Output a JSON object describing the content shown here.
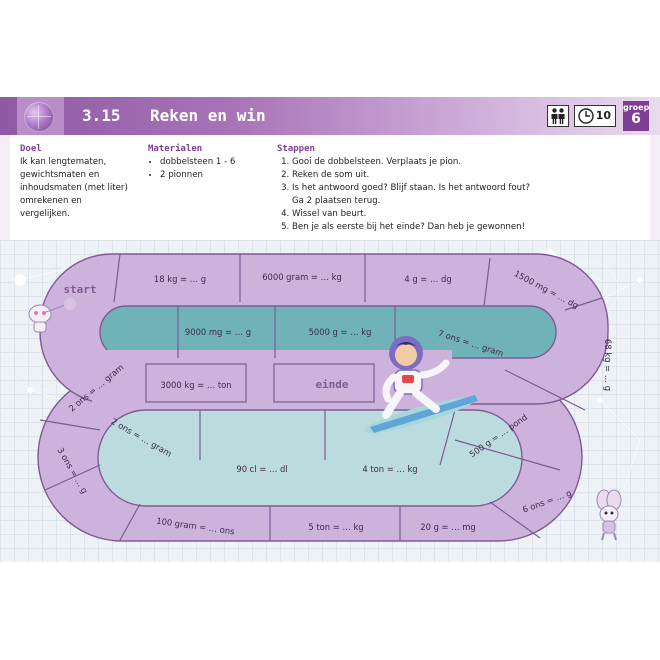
{
  "header": {
    "lesson_number": "3.15",
    "title": "Reken en win",
    "timer_minutes": "10",
    "groep_label": "groep",
    "groep_number": "6",
    "icons": [
      "people-icon",
      "clock-icon"
    ]
  },
  "info": {
    "doel": {
      "heading": "Doel",
      "lines": [
        "Ik kan lengtematen,",
        "gewichtsmaten en",
        "inhoudsmaten (met liter)",
        "omrekenen en",
        "vergelijken."
      ]
    },
    "materialen": {
      "heading": "Materialen",
      "items": [
        "dobbelsteen 1 - 6",
        "2 pionnen"
      ]
    },
    "stappen": {
      "heading": "Stappen",
      "steps": [
        "Gooi de dobbelsteen. Verplaats je pion.",
        "Reken de som uit.",
        "Is het antwoord goed? Blijf staan. Is het antwoord fout?",
        "Wissel van beurt.",
        "Ben je als eerste bij het einde? Dan heb je gewonnen!"
      ],
      "step3_continuation": "Ga 2 plaatsen terug."
    }
  },
  "board": {
    "start_label": "start",
    "end_label": "einde",
    "squares": [
      "18 kg = … g",
      "6000 gram = … kg",
      "4 g = … dg",
      "1500 mg = … dg",
      "68 kg = … g",
      "6 ons = … g",
      "20 g = … mg",
      "5 ton = … kg",
      "100 gram = … ons",
      "3 ons = … g",
      "2 ons = … gram",
      "9000 mg = … g",
      "5000 g = … kg",
      "7 ons = … gram",
      "500 g = … pond",
      "4 ton = … kg",
      "90 cl = … dl",
      "2 ons = … gram",
      "3000 kg = … ton"
    ]
  },
  "colors": {
    "header_purple": "#8e5aa3",
    "track_lilac": "#cdb2dc",
    "track_border": "#7e5c93",
    "heading_purple": "#7d3f93"
  }
}
